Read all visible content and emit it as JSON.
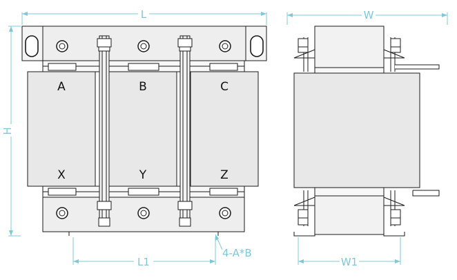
{
  "dimensions": {
    "length": "L",
    "height": "H",
    "width": "W",
    "mount_length": "L1",
    "mount_width": "W1",
    "mount_holes": "4-A*B"
  },
  "coils": {
    "top_terminals": [
      "A",
      "B",
      "C"
    ],
    "bottom_terminals": [
      "X",
      "Y",
      "Z"
    ]
  },
  "colors": {
    "drawing_line": "#1a1a1a",
    "dimension_line": "#7fc8d8",
    "coil_fill": "#e8e8e8",
    "yoke_fill": "#f2f2f2"
  }
}
